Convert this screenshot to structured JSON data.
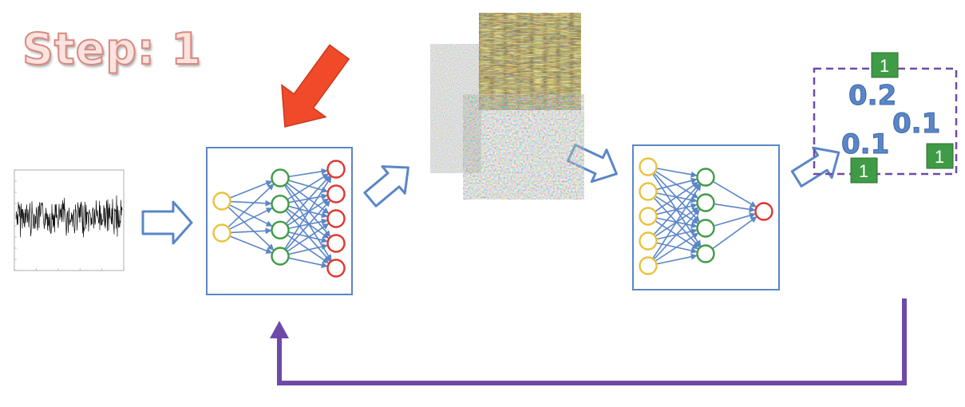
{
  "title": "Step: 1",
  "scores": [
    "0.2",
    "0.1",
    "0.1"
  ],
  "badges": [
    "1",
    "1",
    "1"
  ],
  "colors": {
    "box_border": "#5b86c7",
    "arrow_outline": "#5b86c7",
    "input_node": "#e8c23a",
    "hidden_node": "#3f9b45",
    "output_node": "#e0352b",
    "pointer_arrow": "#f04a2a",
    "feedback_line": "#6e4aa8",
    "badge_fill": "#3f9b45",
    "score_text": "#5b86c7"
  },
  "generator": {
    "input_nodes": 2,
    "hidden_nodes": 4,
    "output_nodes": 5
  },
  "discriminator": {
    "input_nodes": 5,
    "hidden_nodes": 4,
    "output_nodes": 1
  }
}
